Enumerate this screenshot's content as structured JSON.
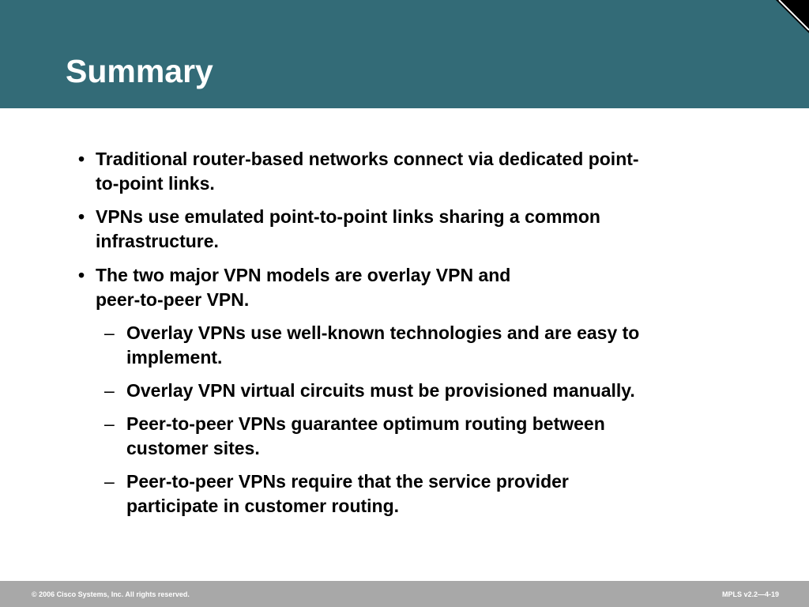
{
  "slide": {
    "title": "Summary"
  },
  "bullets": [
    {
      "marker": "•",
      "line1": "Traditional router-based networks connect via dedicated point-",
      "line2": "to-point links."
    },
    {
      "marker": "•",
      "line1": "VPNs use emulated point-to-point links sharing a common",
      "line2": "infrastructure."
    },
    {
      "marker": "•",
      "line1": "The two major VPN models are overlay VPN and",
      "line2": "peer-to-peer VPN."
    }
  ],
  "sub_bullets": [
    {
      "marker": "–",
      "line1": "Overlay VPNs use well-known technologies and are easy to",
      "line2": "implement."
    },
    {
      "marker": "–",
      "line1": "Overlay VPN virtual circuits must be provisioned manually.",
      "line2": ""
    },
    {
      "marker": "–",
      "line1": "Peer-to-peer VPNs guarantee optimum routing between",
      "line2": "customer sites."
    },
    {
      "marker": "–",
      "line1": "Peer-to-peer VPNs require that the service provider",
      "line2": "participate in customer routing."
    }
  ],
  "footer": {
    "copyright": "© 2006 Cisco Systems, Inc. All rights reserved.",
    "course_id": "MPLS v2.2—4-19"
  },
  "colors": {
    "header": "#336b77",
    "footer": "#a8a8a8",
    "corner": "#000000"
  }
}
